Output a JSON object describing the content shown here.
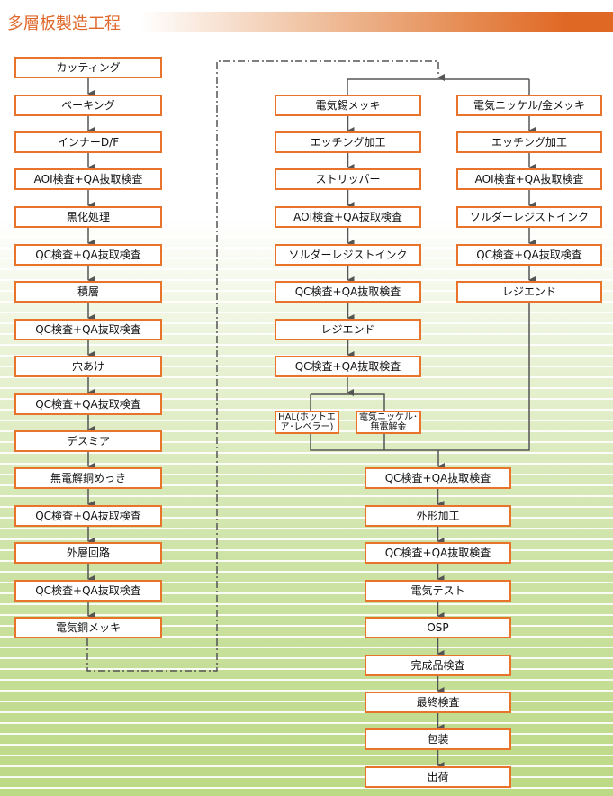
{
  "title": "多層板製造工程",
  "colors": {
    "accent": "#e8732a",
    "line": "#555555"
  },
  "left_column": [
    "カッティング",
    "ベーキング",
    "インナーD/F",
    "AOI検査+QA抜取検査",
    "黒化処理",
    "QC検査+QA抜取検査",
    "積層",
    "QC検査+QA抜取検査",
    "穴あけ",
    "QC検査+QA抜取検査",
    "デスミア",
    "無電解銅めっき",
    "QC検査+QA抜取検査",
    "外層回路",
    "QC検査+QA抜取検査",
    "電気銅メッキ"
  ],
  "middle_column": [
    "電気錫メッキ",
    "エッチング加工",
    "ストリッパー",
    "AOI検査+QA抜取検査",
    "ソルダーレジストインク",
    "QC検査+QA抜取検査",
    "レジエンド",
    "QC検査+QA抜取検査"
  ],
  "right_column": [
    "電気ニッケル/金メッキ",
    "エッチング加工",
    "AOI検査+QA抜取検査",
    "ソルダーレジストインク",
    "QC検査+QA抜取検査",
    "レジエンド"
  ],
  "surface_options": [
    "HAL(ホットエア･レベラー)",
    "電気ニッケル･無電解金"
  ],
  "final_column": [
    "QC検査+QA抜取検査",
    "外形加工",
    "QC検査+QA抜取検査",
    "電気テスト",
    "OSP",
    "完成品検査",
    "最終検査",
    "包装",
    "出荷"
  ]
}
